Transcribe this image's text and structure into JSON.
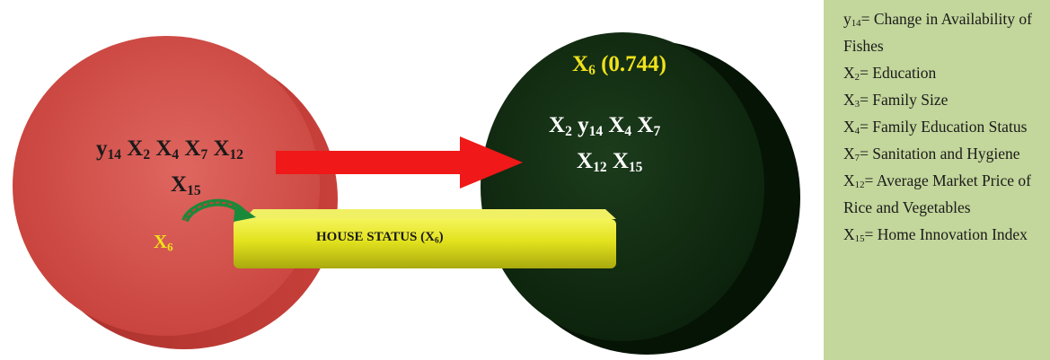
{
  "diagram": {
    "left_cluster": {
      "variables": [
        {
          "base": "y",
          "sub": "14"
        },
        {
          "base": "X",
          "sub": "2"
        },
        {
          "base": "X",
          "sub": "4"
        },
        {
          "base": "X",
          "sub": "7"
        },
        {
          "base": "X",
          "sub": "12"
        }
      ],
      "second_line": {
        "base": "X",
        "sub": "15"
      },
      "moved_variable": {
        "base": "X",
        "sub": "6"
      }
    },
    "bar_label": {
      "text": "HOUSE STATUS (X",
      "sub": "6",
      "close": ")"
    },
    "right_cluster": {
      "title": {
        "base": "X",
        "sub": "6",
        "value": " (0.744)"
      },
      "line1": [
        {
          "base": "X",
          "sub": "2"
        },
        {
          "base": "y",
          "sub": "14"
        },
        {
          "base": "X",
          "sub": "4"
        },
        {
          "base": "X",
          "sub": "7"
        }
      ],
      "line2": [
        {
          "base": "X",
          "sub": "12"
        },
        {
          "base": "X",
          "sub": "15"
        }
      ]
    }
  },
  "legend": {
    "items": [
      {
        "var": "y",
        "sub": "14",
        "text": "= Change in Availability of Fishes"
      },
      {
        "var": "X",
        "sub": "2",
        "text": "= Education"
      },
      {
        "var": "X",
        "sub": "3",
        "text": "= Family Size"
      },
      {
        "var": "X",
        "sub": "4",
        "text": "= Family Education Status"
      },
      {
        "var": "X",
        "sub": "7",
        "text": "= Sanitation and Hygiene"
      },
      {
        "var": "X",
        "sub": "12",
        "text": "= Average Market Price of Rice and Vegetables"
      },
      {
        "var": "X",
        "sub": "15",
        "text": "= Home Innovation Index"
      }
    ]
  },
  "colors": {
    "left_cylinder": "#d24a45",
    "right_cylinder": "#0f2a0f",
    "arrow": "#f01818",
    "bar": "#dede1a",
    "legend_bg": "#c3d69b",
    "highlight_text": "#f0e11a",
    "curved_arrow": "#1a8a3a"
  }
}
